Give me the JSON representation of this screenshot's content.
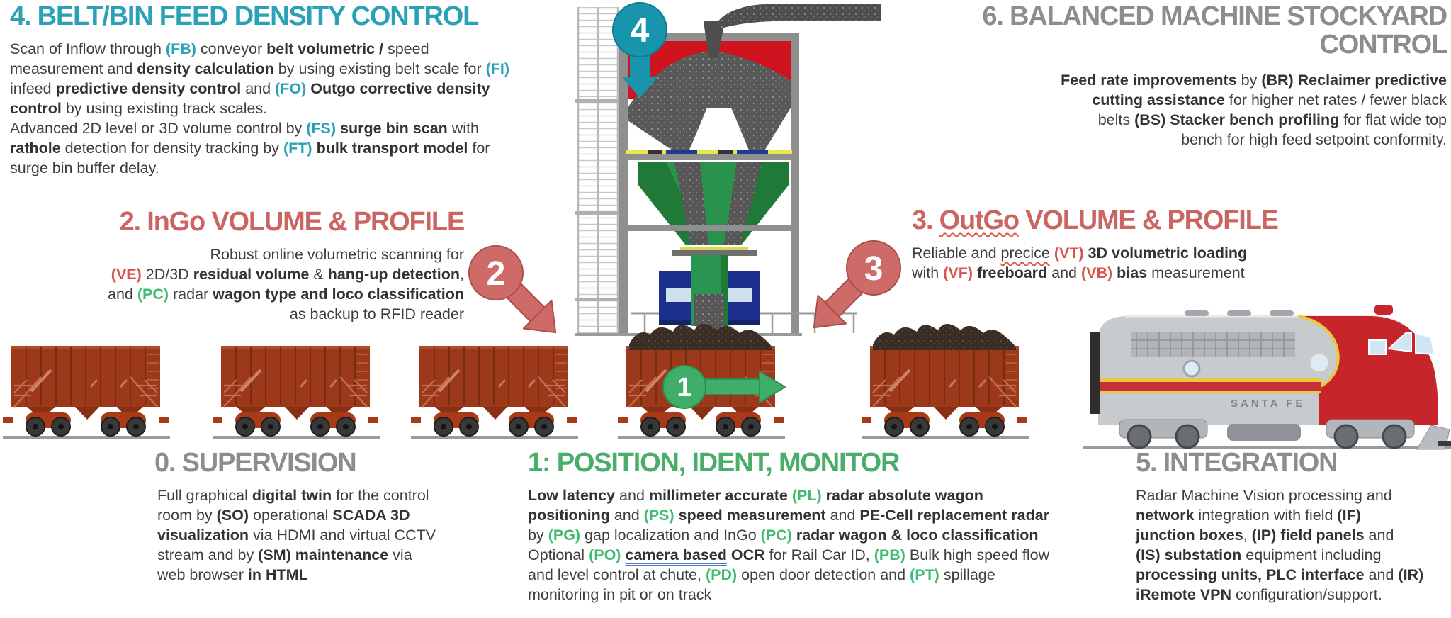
{
  "colors": {
    "teal": "#2aa1b6",
    "salmon_heading": "#cb6562",
    "salmon_code": "#d4564e",
    "green_heading": "#48ae6a",
    "green_code": "#3fbc72",
    "gray_heading": "#8d8d8d",
    "body_text": "#3e3e3e",
    "badge_teal": "#1895ad",
    "badge_salmon": "#ce6b68",
    "badge_green": "#3fae68",
    "wagon_red": "#9c391b",
    "loco_red": "#c6252c"
  },
  "badges": {
    "b4": "4",
    "b2": "2",
    "b3": "3",
    "b1": "1"
  },
  "locomotive": {
    "label": "SANTA FE"
  },
  "sections": {
    "s4": {
      "title": [
        {
          "t": "4. BELT/BIN FEED DENSITY CONTROL"
        }
      ],
      "body": [
        {
          "t": "Scan of Inflow through "
        },
        {
          "t": "(FB)",
          "b": 1,
          "c": "teal"
        },
        {
          "t": " conveyor "
        },
        {
          "t": "belt volumetric /",
          "b": 1
        },
        {
          "t": " speed\nmeasurement and "
        },
        {
          "t": "density calculation",
          "b": 1
        },
        {
          "t": " by using existing belt scale for "
        },
        {
          "t": "(FI)",
          "b": 1,
          "c": "teal"
        },
        {
          "t": "\ninfeed "
        },
        {
          "t": "predictive density control",
          "b": 1
        },
        {
          "t": " and "
        },
        {
          "t": "(FO)",
          "b": 1,
          "c": "teal"
        },
        {
          "t": "  "
        },
        {
          "t": "Outgo corrective density\ncontrol",
          "b": 1
        },
        {
          "t": " by using existing track scales.\nAdvanced 2D level  or 3D volume control by "
        },
        {
          "t": "(FS)",
          "b": 1,
          "c": "teal"
        },
        {
          "t": " "
        },
        {
          "t": "surge bin scan",
          "b": 1
        },
        {
          "t": " with\n"
        },
        {
          "t": "rathole",
          "b": 1
        },
        {
          "t": " detection for density tracking by "
        },
        {
          "t": "(FT)",
          "b": 1,
          "c": "teal"
        },
        {
          "t": " "
        },
        {
          "t": "bulk transport model",
          "b": 1
        },
        {
          "t": " for\nsurge bin buffer delay."
        }
      ]
    },
    "s6": {
      "title": [
        {
          "t": "6. BALANCED MACHINE STOCKYARD CONTROL"
        }
      ],
      "body": [
        {
          "t": "Feed rate improvements",
          "b": 1
        },
        {
          "t": " by "
        },
        {
          "t": "(BR)  Reclaimer predictive\ncutting assistance",
          "b": 1
        },
        {
          "t": " for higher net rates / fewer black\nbelts  "
        },
        {
          "t": "(BS) Stacker bench profiling",
          "b": 1
        },
        {
          "t": " for flat wide top\nbench for high feed setpoint conformity."
        }
      ]
    },
    "s2": {
      "title": [
        {
          "t": "2. InGo VOLUME & PROFILE"
        }
      ],
      "body": [
        {
          "t": "Robust online volumetric scanning for\n"
        },
        {
          "t": "(VE)",
          "b": 1,
          "c": "salmon"
        },
        {
          "t": " 2D/3D "
        },
        {
          "t": "residual volume",
          "b": 1
        },
        {
          "t": " & "
        },
        {
          "t": "hang-up detection",
          "b": 1
        },
        {
          "t": ",\nand  "
        },
        {
          "t": "(PC)",
          "b": 1,
          "c": "green"
        },
        {
          "t": " radar "
        },
        {
          "t": "wagon type and loco classification",
          "b": 1
        },
        {
          "t": "\nas backup to RFID reader"
        }
      ]
    },
    "s3": {
      "title": [
        {
          "t": "3. "
        },
        {
          "t": "OutGo",
          "u": "wavy"
        },
        {
          "t": " VOLUME & PROFILE"
        }
      ],
      "body": [
        {
          "t": "Reliable and "
        },
        {
          "t": "precice",
          "u": "wavy"
        },
        {
          "t": "  "
        },
        {
          "t": "(VT)",
          "b": 1,
          "c": "salmon"
        },
        {
          "t": "  "
        },
        {
          "t": "3D volumetric loading",
          "b": 1
        },
        {
          "t": "\nwith "
        },
        {
          "t": "(VF)",
          "b": 1,
          "c": "salmon"
        },
        {
          "t": " "
        },
        {
          "t": "freeboard",
          "b": 1
        },
        {
          "t": " and  "
        },
        {
          "t": "(VB)",
          "b": 1,
          "c": "salmon"
        },
        {
          "t": " "
        },
        {
          "t": "bias",
          "b": 1
        },
        {
          "t": " measurement"
        }
      ]
    },
    "s0": {
      "title": [
        {
          "t": "0. SUPERVISION"
        }
      ],
      "body": [
        {
          "t": "Full graphical "
        },
        {
          "t": "digital twin",
          "b": 1
        },
        {
          "t": " for the control\nroom by  "
        },
        {
          "t": "(SO)",
          "b": 1
        },
        {
          "t": " operational "
        },
        {
          "t": "SCADA 3D\nvisualization",
          "b": 1
        },
        {
          "t": " via HDMI and virtual CCTV\nstream and  by  "
        },
        {
          "t": "(SM) maintenance",
          "b": 1
        },
        {
          "t": " via\nweb browser "
        },
        {
          "t": "in HTML",
          "b": 1
        }
      ]
    },
    "s1": {
      "title": [
        {
          "t": "1: POSITION, IDENT, MONITOR"
        }
      ],
      "body": [
        {
          "t": "Low latency",
          "b": 1
        },
        {
          "t": " and "
        },
        {
          "t": "millimeter accurate",
          "b": 1
        },
        {
          "t": " "
        },
        {
          "t": "(PL)",
          "b": 1,
          "c": "green"
        },
        {
          "t": " "
        },
        {
          "t": "radar absolute wagon\npositioning",
          "b": 1
        },
        {
          "t": " and "
        },
        {
          "t": "(PS)",
          "b": 1,
          "c": "green"
        },
        {
          "t": " "
        },
        {
          "t": "speed measurement",
          "b": 1
        },
        {
          "t": " and "
        },
        {
          "t": "PE-Cell replacement radar",
          "b": 1
        },
        {
          "t": "\nby "
        },
        {
          "t": "(PG)",
          "b": 1,
          "c": "green"
        },
        {
          "t": " gap localization and  InGo "
        },
        {
          "t": "(PC)",
          "b": 1,
          "c": "green"
        },
        {
          "t": " "
        },
        {
          "t": "radar wagon & loco classification",
          "b": 1
        },
        {
          "t": "\nOptional "
        },
        {
          "t": "(PO)",
          "b": 1,
          "c": "green"
        },
        {
          "t": " "
        },
        {
          "t": "camera based",
          "b": 1,
          "u": "link"
        },
        {
          "t": " "
        },
        {
          "t": "OCR",
          "b": 1
        },
        {
          "t": " for Rail Car ID, "
        },
        {
          "t": "(PB)",
          "b": 1,
          "c": "green"
        },
        {
          "t": " Bulk high speed flow\nand level control at chute, "
        },
        {
          "t": "(PD)",
          "b": 1,
          "c": "green"
        },
        {
          "t": " open door detection and "
        },
        {
          "t": "(PT)",
          "b": 1,
          "c": "green"
        },
        {
          "t": " spillage\nmonitoring in pit or on track"
        }
      ]
    },
    "s5": {
      "title": [
        {
          "t": "5. INTEGRATION"
        }
      ],
      "body": [
        {
          "t": "Radar Machine Vision processing and\n"
        },
        {
          "t": "network",
          "b": 1
        },
        {
          "t": " integration with field "
        },
        {
          "t": "(IF)\njunction boxes",
          "b": 1
        },
        {
          "t": ",  "
        },
        {
          "t": "(IP) field panels",
          "b": 1
        },
        {
          "t": " and\n"
        },
        {
          "t": "(IS) substation",
          "b": 1
        },
        {
          "t": " equipment including\n"
        },
        {
          "t": "processing units, PLC interface",
          "b": 1
        },
        {
          "t": " and "
        },
        {
          "t": "(IR)\niRemote VPN",
          "b": 1
        },
        {
          "t": " configuration/support."
        }
      ]
    }
  }
}
